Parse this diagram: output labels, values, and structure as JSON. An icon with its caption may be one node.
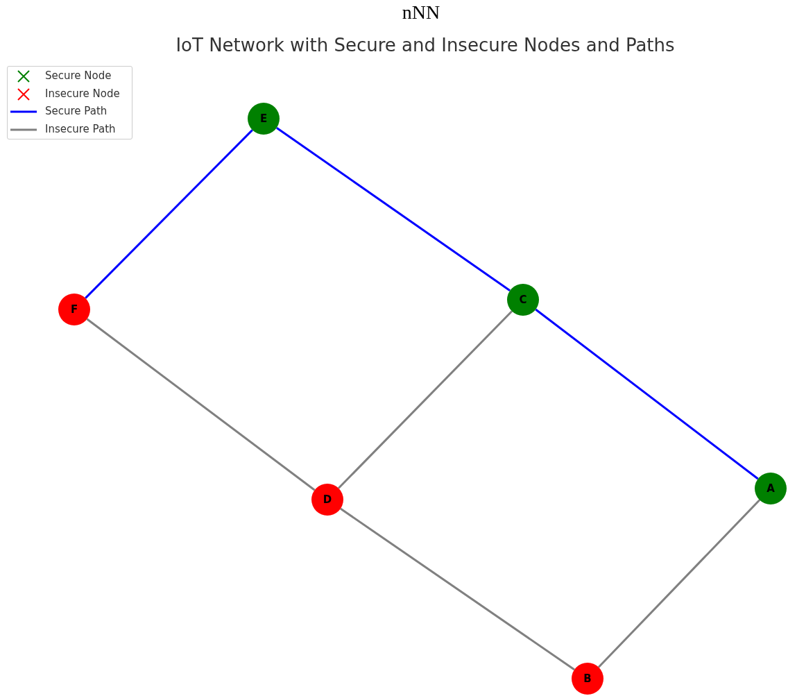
{
  "diagram": {
    "title": "IoT Network with Secure and Insecure Nodes and Paths",
    "nodes": [
      {
        "text": [
          "E"
        ]
      },
      {
        "text": [
          "C"
        ]
      },
      {
        "text": [
          "F"
        ]
      },
      {
        "text": [
          "A"
        ]
      },
      {
        "text": [
          "D"
        ]
      },
      {
        "text": [
          "B"
        ]
      }
    ],
    "edges": [
      {
        "from": 0,
        "to": 2,
        "arrow": "none",
        "color": "#0000ff"
      },
      {
        "from": 0,
        "to": 1,
        "arrow": "none",
        "color": "#0000ff"
      },
      {
        "from": 1,
        "to": 3,
        "arrow": "none",
        "color": "#0000ff"
      },
      {
        "from": 2,
        "to": 4,
        "arrow": "none"
      },
      {
        "from": 4,
        "to": 1,
        "arrow": "none"
      },
      {
        "from": 4,
        "to": 5,
        "arrow": "none"
      },
      {
        "from": 5,
        "to": 3,
        "arrow": "none"
      }
    ],
    "labels": [
      "nNN"
    ],
    "legend": [
      {
        "text": "Secure Node",
        "color": "#008000"
      },
      {
        "text": "Insecure Node",
        "color": "#ff0000"
      },
      {
        "text": "Secure Path",
        "color": "#0000ff"
      },
      {
        "text": "Insecure Path",
        "color": "#808080"
      }
    ]
  }
}
